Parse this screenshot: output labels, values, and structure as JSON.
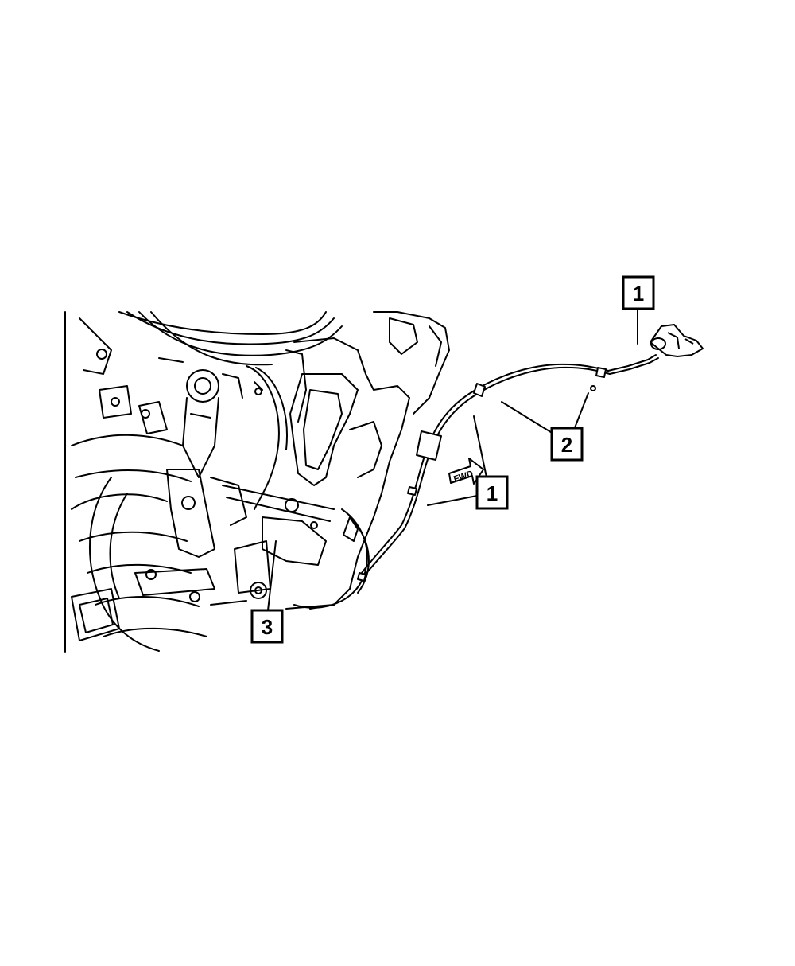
{
  "callouts": {
    "c1_top": "1",
    "c1_mid": "1",
    "c2": "2",
    "c3": "3"
  },
  "fwd_label": "FWD",
  "colors": {
    "line": "#000000",
    "background": "#ffffff"
  }
}
